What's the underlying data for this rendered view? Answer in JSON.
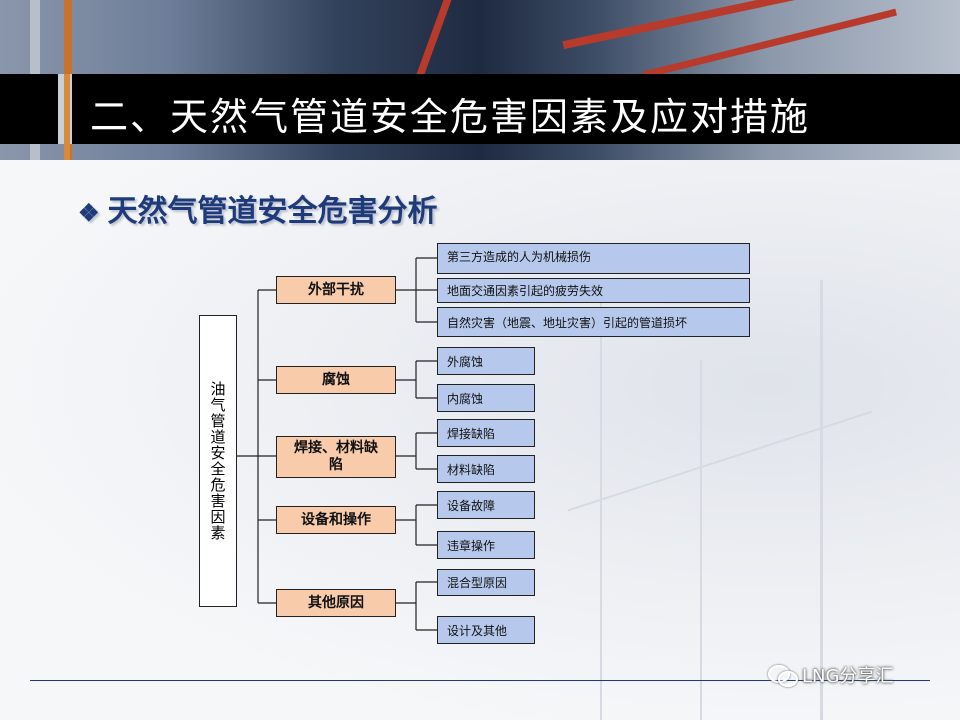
{
  "header": {
    "title": "二、天然气管道安全危害因素及应对措施"
  },
  "section": {
    "bullet": "❖",
    "heading": "天然气管道安全危害分析"
  },
  "diagram": {
    "root": "油气管道安全危害因素",
    "categories": [
      {
        "label": "外部干扰",
        "items": [
          "第三方造成的人为机械损伤",
          "地面交通因素引起的疲劳失效",
          "自然灾害（地震、地址灾害）引起的管道损坏"
        ]
      },
      {
        "label": "腐蚀",
        "items": [
          "外腐蚀",
          "内腐蚀"
        ]
      },
      {
        "label": "焊接、材料缺陷",
        "items": [
          "焊接缺陷",
          "材料缺陷"
        ]
      },
      {
        "label": "设备和操作",
        "items": [
          "设备故障",
          "违章操作"
        ]
      },
      {
        "label": "其他原因",
        "items": [
          "混合型原因",
          "设计及其他"
        ]
      }
    ]
  },
  "footer": {
    "brand": "LNG分享汇"
  },
  "colors": {
    "category_fill": "#f8ccab",
    "leaf_fill": "#b6c9ec",
    "heading": "#1f3a7a"
  }
}
